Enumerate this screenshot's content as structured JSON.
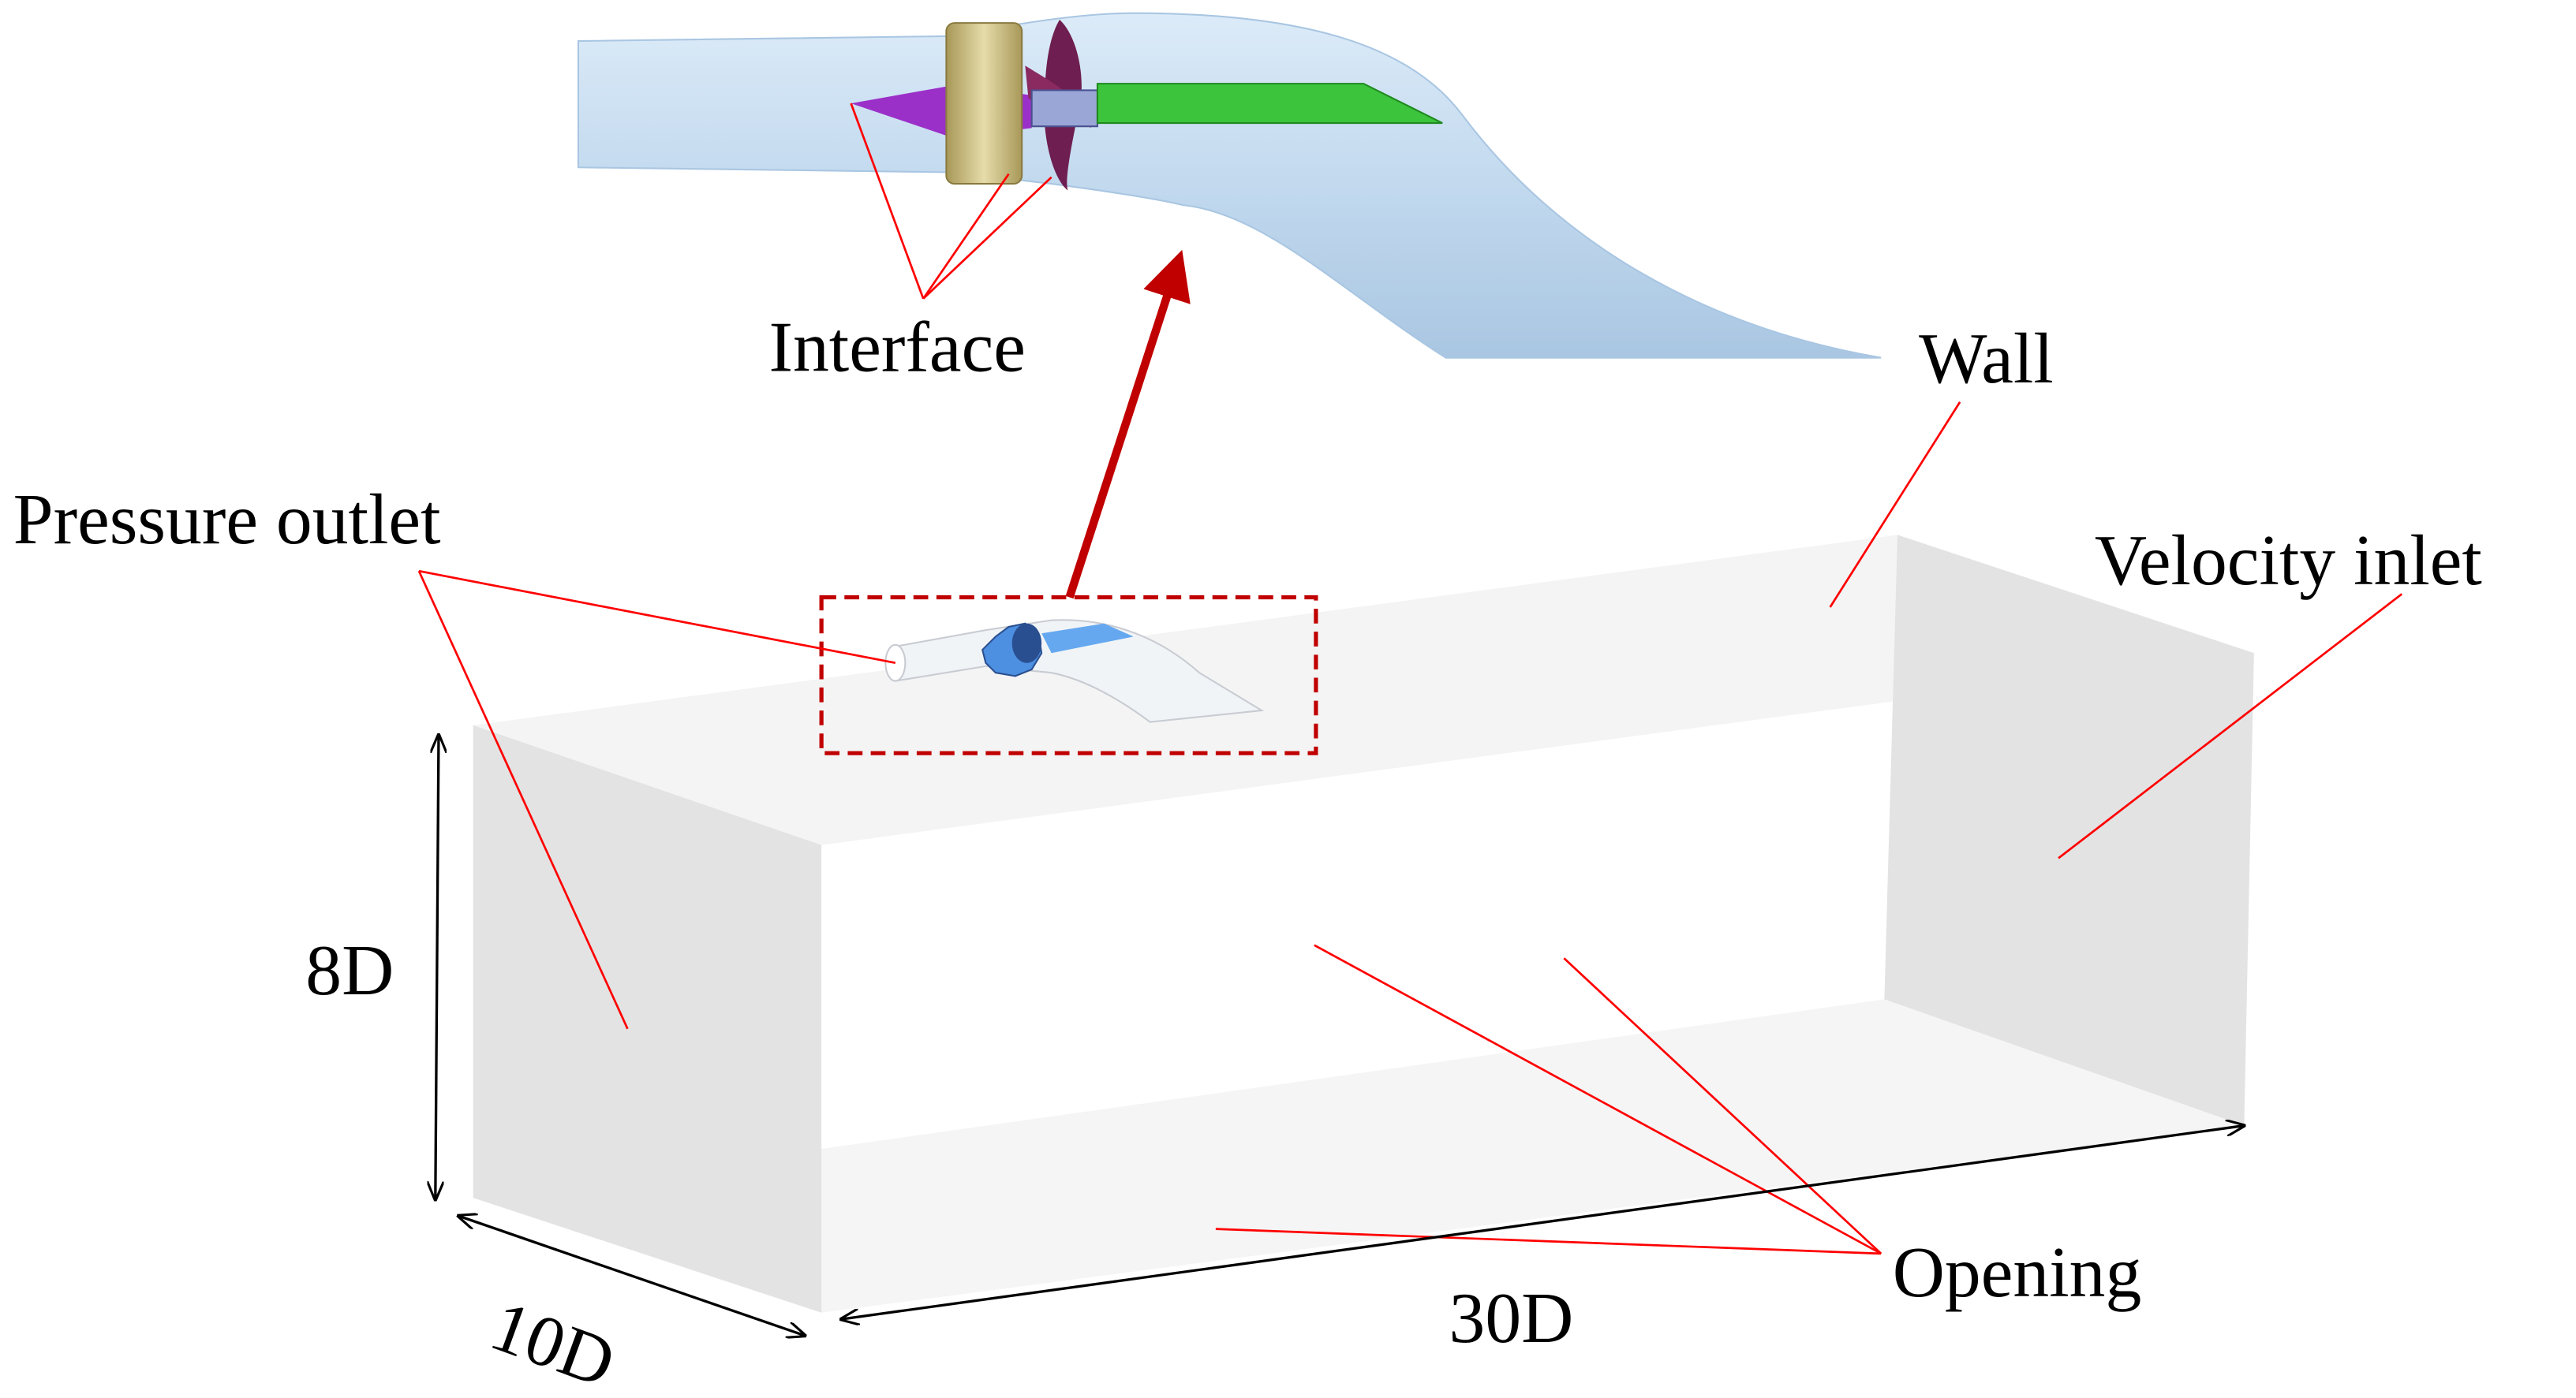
{
  "labels": {
    "interface": "Interface",
    "wall": "Wall",
    "pressure_outlet": "Pressure outlet",
    "velocity_inlet": "Velocity inlet",
    "opening": "Opening"
  },
  "dimensions": {
    "height": "8D",
    "width": "10D",
    "length": "30D"
  },
  "colors": {
    "leader_line": "#ff0000",
    "zoom_arrow": "#c00000",
    "highlight_box": "#c00000",
    "pipe_body": "#c4dcf0",
    "nozzle_cone": "#9b30c8",
    "shaft": "#3cc43c",
    "stator_ring": "#c8b878",
    "rotor_blade": "#7a2050",
    "domain_face": "#e2e2e2",
    "dimension_arrow": "#000000"
  },
  "icons": {
    "zoom_arrow": "arrow-up-right",
    "dimension_arrows": "double-headed-arrow"
  }
}
